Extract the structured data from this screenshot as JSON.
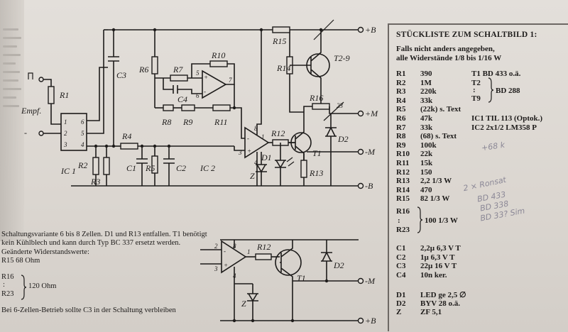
{
  "schematic": {
    "labels": {
      "r1": "R1",
      "r2": "R2",
      "r3": "R3",
      "r4": "R4",
      "r5": "R5",
      "r6": "R6",
      "r7": "R7",
      "r8": "R8",
      "r9": "R9",
      "r10": "R10",
      "r11": "R11",
      "r12": "R12",
      "r13": "R13",
      "r14": "R14",
      "r15": "R15",
      "r16": "R16",
      "c1": "C1",
      "c2": "C2",
      "c3": "C3",
      "c4": "C4",
      "ic1": "IC 1",
      "ic2": "IC 2",
      "empf": "Empf.",
      "t1": "T1",
      "t2": "T2-9",
      "d1": "D1",
      "d2": "D2",
      "z": "Z",
      "n23": "23",
      "pin1": "1",
      "pin2": "2",
      "pin3": "3",
      "pin4": "4",
      "pin5": "5",
      "pin6": "6",
      "pin7": "7",
      "pin8": "8",
      "minus": "-",
      "plus": "+"
    },
    "terminals": {
      "plus_b": "+B",
      "plus_m": "+M",
      "minus_m": "-M",
      "minus_b": "-B"
    }
  },
  "variant": {
    "paragraph": "Schaltungsvariante 6 bis 8 Zellen. D1 und R13 entfallen. T1 benötigt kein Kühlblech und kann durch Typ BC 337 ersetzt werden. Geänderte Widerstandswerte:",
    "r15": "R15 68 Ohm",
    "r16": "R16",
    "colon": ":",
    "value": "120 Ohm",
    "r23": "R23",
    "tail": "Bei 6-Zellen-Betrieb sollte C3 in der Schaltung verbleiben"
  },
  "parts_list": {
    "title": "STÜCKLISTE ZUM SCHALTBILD 1:",
    "note_line1": "Falls nicht anders angegeben,",
    "note_line2": "alle Widerstände 1/8 bis 1/16 W",
    "resistors": [
      {
        "ref": "R1",
        "value": "390"
      },
      {
        "ref": "R2",
        "value": "1M"
      },
      {
        "ref": "R3",
        "value": "220k"
      },
      {
        "ref": "R4",
        "value": "33k"
      },
      {
        "ref": "R5",
        "value": "(22k) s. Text"
      },
      {
        "ref": "R6",
        "value": "47k"
      },
      {
        "ref": "R7",
        "value": "33k"
      },
      {
        "ref": "R8",
        "value": "(68) s. Text"
      },
      {
        "ref": "R9",
        "value": "100k"
      },
      {
        "ref": "R10",
        "value": "22k"
      },
      {
        "ref": "R11",
        "value": "15k"
      },
      {
        "ref": "R12",
        "value": "150"
      },
      {
        "ref": "R13",
        "value": "2,2 1/3 W"
      },
      {
        "ref": "R14",
        "value": "470"
      },
      {
        "ref": "R15",
        "value": "82 1/3 W"
      }
    ],
    "semis": {
      "t1": "T1 BD 433 o.ä.",
      "t2": "T2",
      "colon": ":",
      "t9": "T9",
      "bd288": "BD 288",
      "ic1": "IC1 TIL 113 (Optok.)",
      "ic2": "IC2 2x1/2 LM358 P"
    },
    "r16_group": {
      "r16": "R16",
      "colon": ":",
      "r23": "R23",
      "value": "100 1/3 W"
    },
    "capacitors": [
      {
        "ref": "C1",
        "value": "2,2µ 6,3 V T"
      },
      {
        "ref": "C2",
        "value": "1µ 6,3 V T"
      },
      {
        "ref": "C3",
        "value": "22µ 16 V T"
      },
      {
        "ref": "C4",
        "value": "10n ker."
      }
    ],
    "diodes": [
      {
        "ref": "D1",
        "value": "LED ge 2,5 ∅"
      },
      {
        "ref": "D2",
        "value": "BYV 28 o.ä."
      },
      {
        "ref": "Z",
        "value": "ZF 5,1"
      }
    ],
    "handwritten": {
      "a": "+68 k",
      "b": "2 × Ronsat",
      "c": "BD 433",
      "d": "BD 338",
      "e": "BD 33? Sim"
    }
  }
}
